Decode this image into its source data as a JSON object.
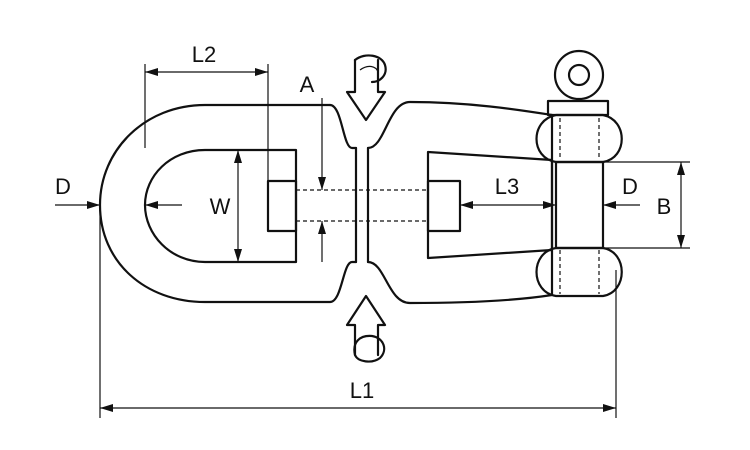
{
  "diagram": {
    "labels": {
      "L2": "L2",
      "A": "A",
      "W": "W",
      "L3": "L3",
      "D_left": "D",
      "D_right": "D",
      "B": "B",
      "L1": "L1"
    },
    "colors": {
      "line": "#111111",
      "background": "#ffffff"
    }
  }
}
